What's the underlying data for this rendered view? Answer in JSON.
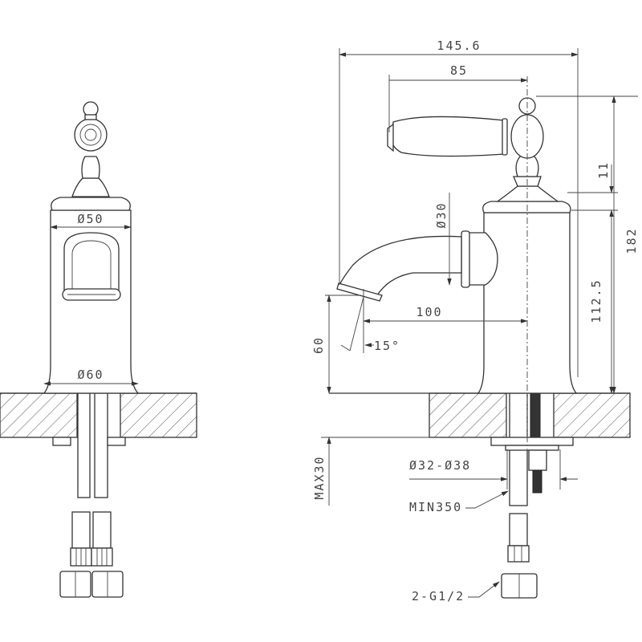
{
  "drawing": {
    "front_view": {
      "labels": {
        "top_diameter": "Ø50",
        "base_diameter": "Ø60"
      }
    },
    "side_view": {
      "labels": {
        "overall_width": "145.6",
        "handle_reach": "85",
        "flange_height": "11",
        "overall_height": "182",
        "spout_diameter": "Ø30",
        "spout_height": "112.5",
        "spout_reach": "100",
        "outlet_height": "60",
        "spout_angle": "15°",
        "max_counter_thickness": "MAX30",
        "hole_diameter": "Ø32-Ø38",
        "hose_length": "MIN350",
        "connection": "2-G1/2"
      }
    }
  }
}
